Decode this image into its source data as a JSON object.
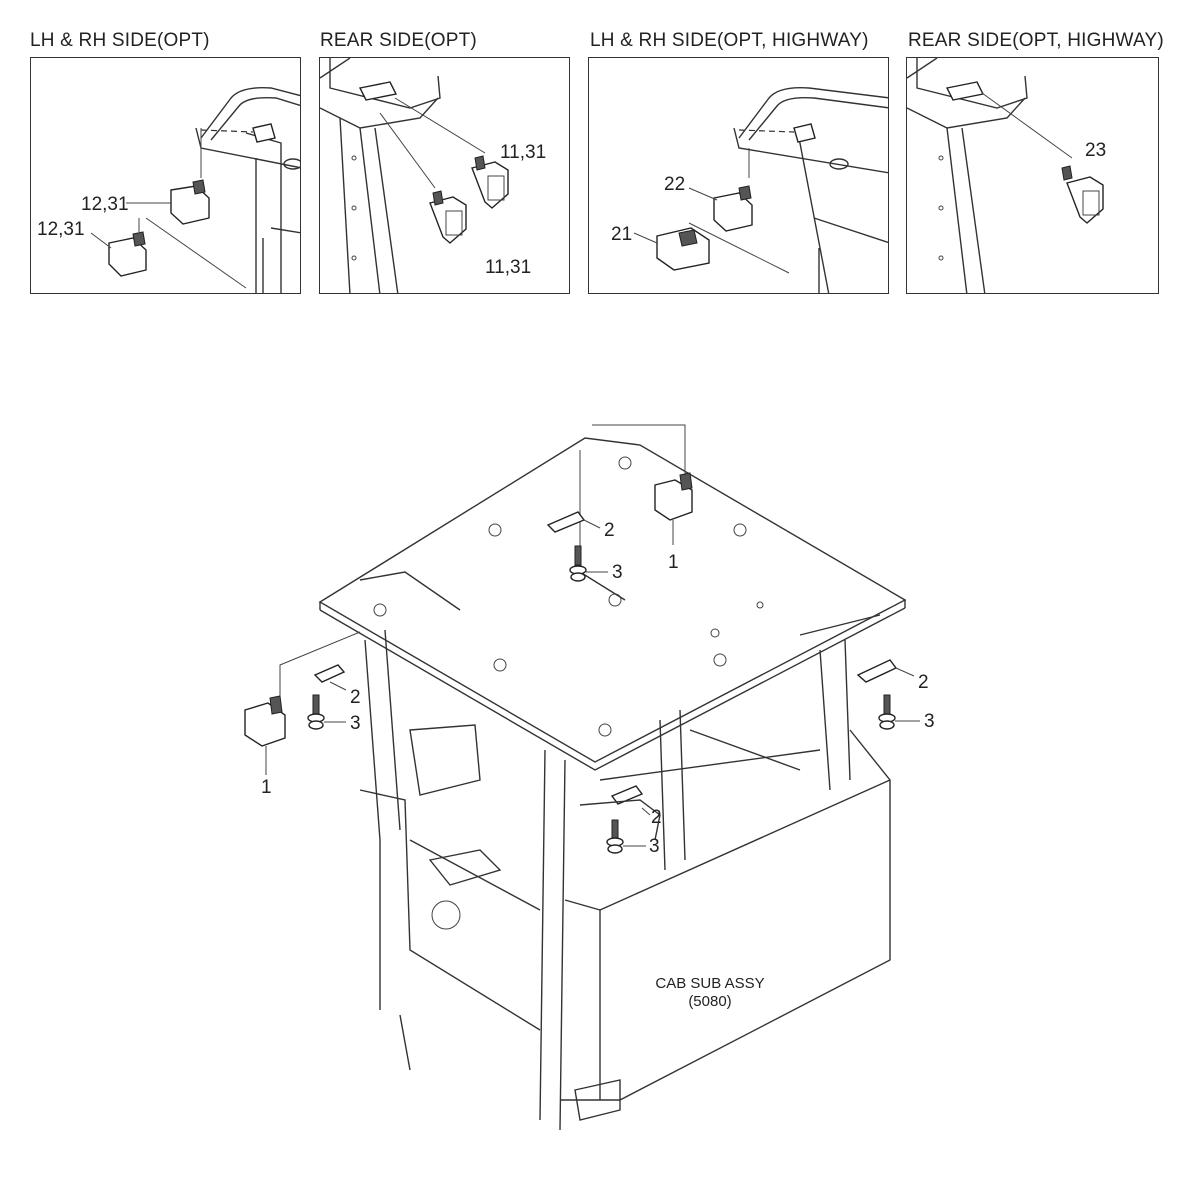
{
  "panels": [
    {
      "title": "LH & RH SIDE(OPT)",
      "callouts": [
        "12,31",
        "12,31"
      ]
    },
    {
      "title": "REAR SIDE(OPT)",
      "callouts": [
        "11,31",
        "11,31"
      ]
    },
    {
      "title": "LH & RH SIDE(OPT, HIGHWAY)",
      "callouts": [
        "22",
        "21"
      ]
    },
    {
      "title": "REAR SIDE(OPT, HIGHWAY)",
      "callouts": [
        "23"
      ]
    }
  ],
  "main": {
    "callouts": {
      "top_lamp": "1",
      "top_bracket": "2",
      "top_bolt": "3",
      "left_lamp": "1",
      "left_bracket": "2",
      "left_bolt": "3",
      "right_bracket": "2",
      "right_bolt": "3",
      "center_bracket": "2",
      "center_bolt": "3"
    },
    "assy_label_line1": "CAB SUB ASSY",
    "assy_label_line2": "(5080)"
  }
}
